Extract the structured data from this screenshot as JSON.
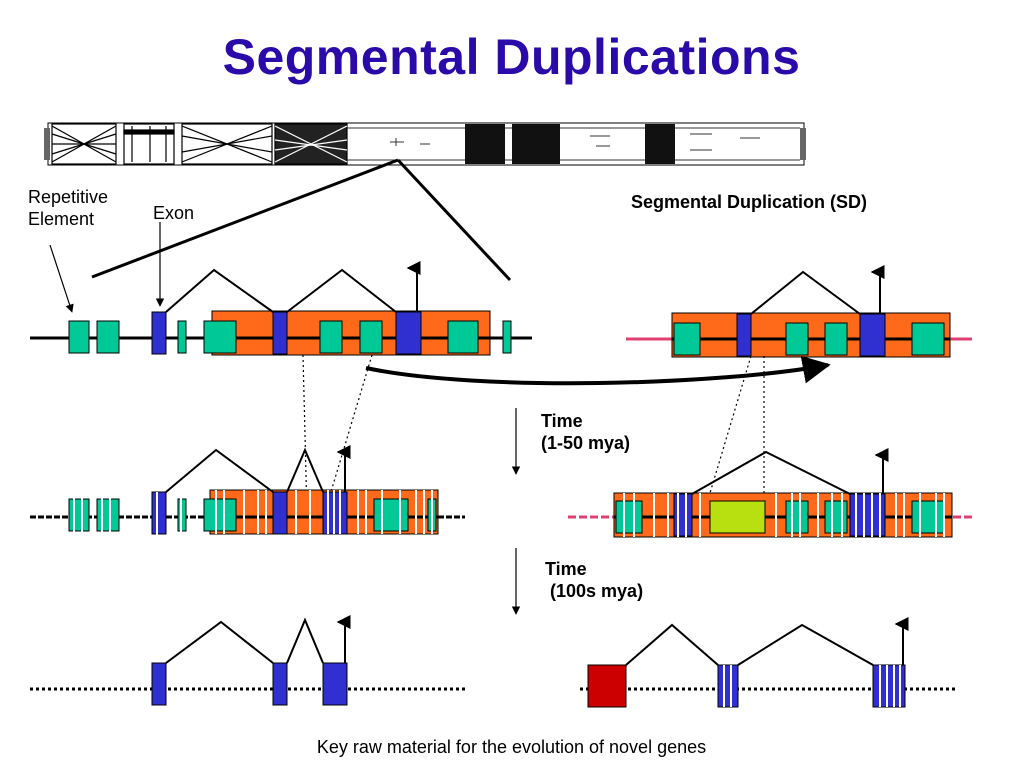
{
  "title": "Segmental Duplications",
  "labels": {
    "repetitive_element": "Repetitive\nElement",
    "exon": "Exon",
    "sd": "Segmental Duplication (SD)",
    "time1": "Time\n(1-50 mya)",
    "time2": "Time\n (100s mya)"
  },
  "caption": "Key raw material for the evolution of novel genes",
  "colors": {
    "title": "#2a0aa8",
    "sd_block": "#ff6a1a",
    "repeat": "#00c896",
    "exon": "#3030d0",
    "flank_line": "#e04070",
    "diverged_exon": "#b8e010",
    "novel_exon": "#cc0000"
  }
}
